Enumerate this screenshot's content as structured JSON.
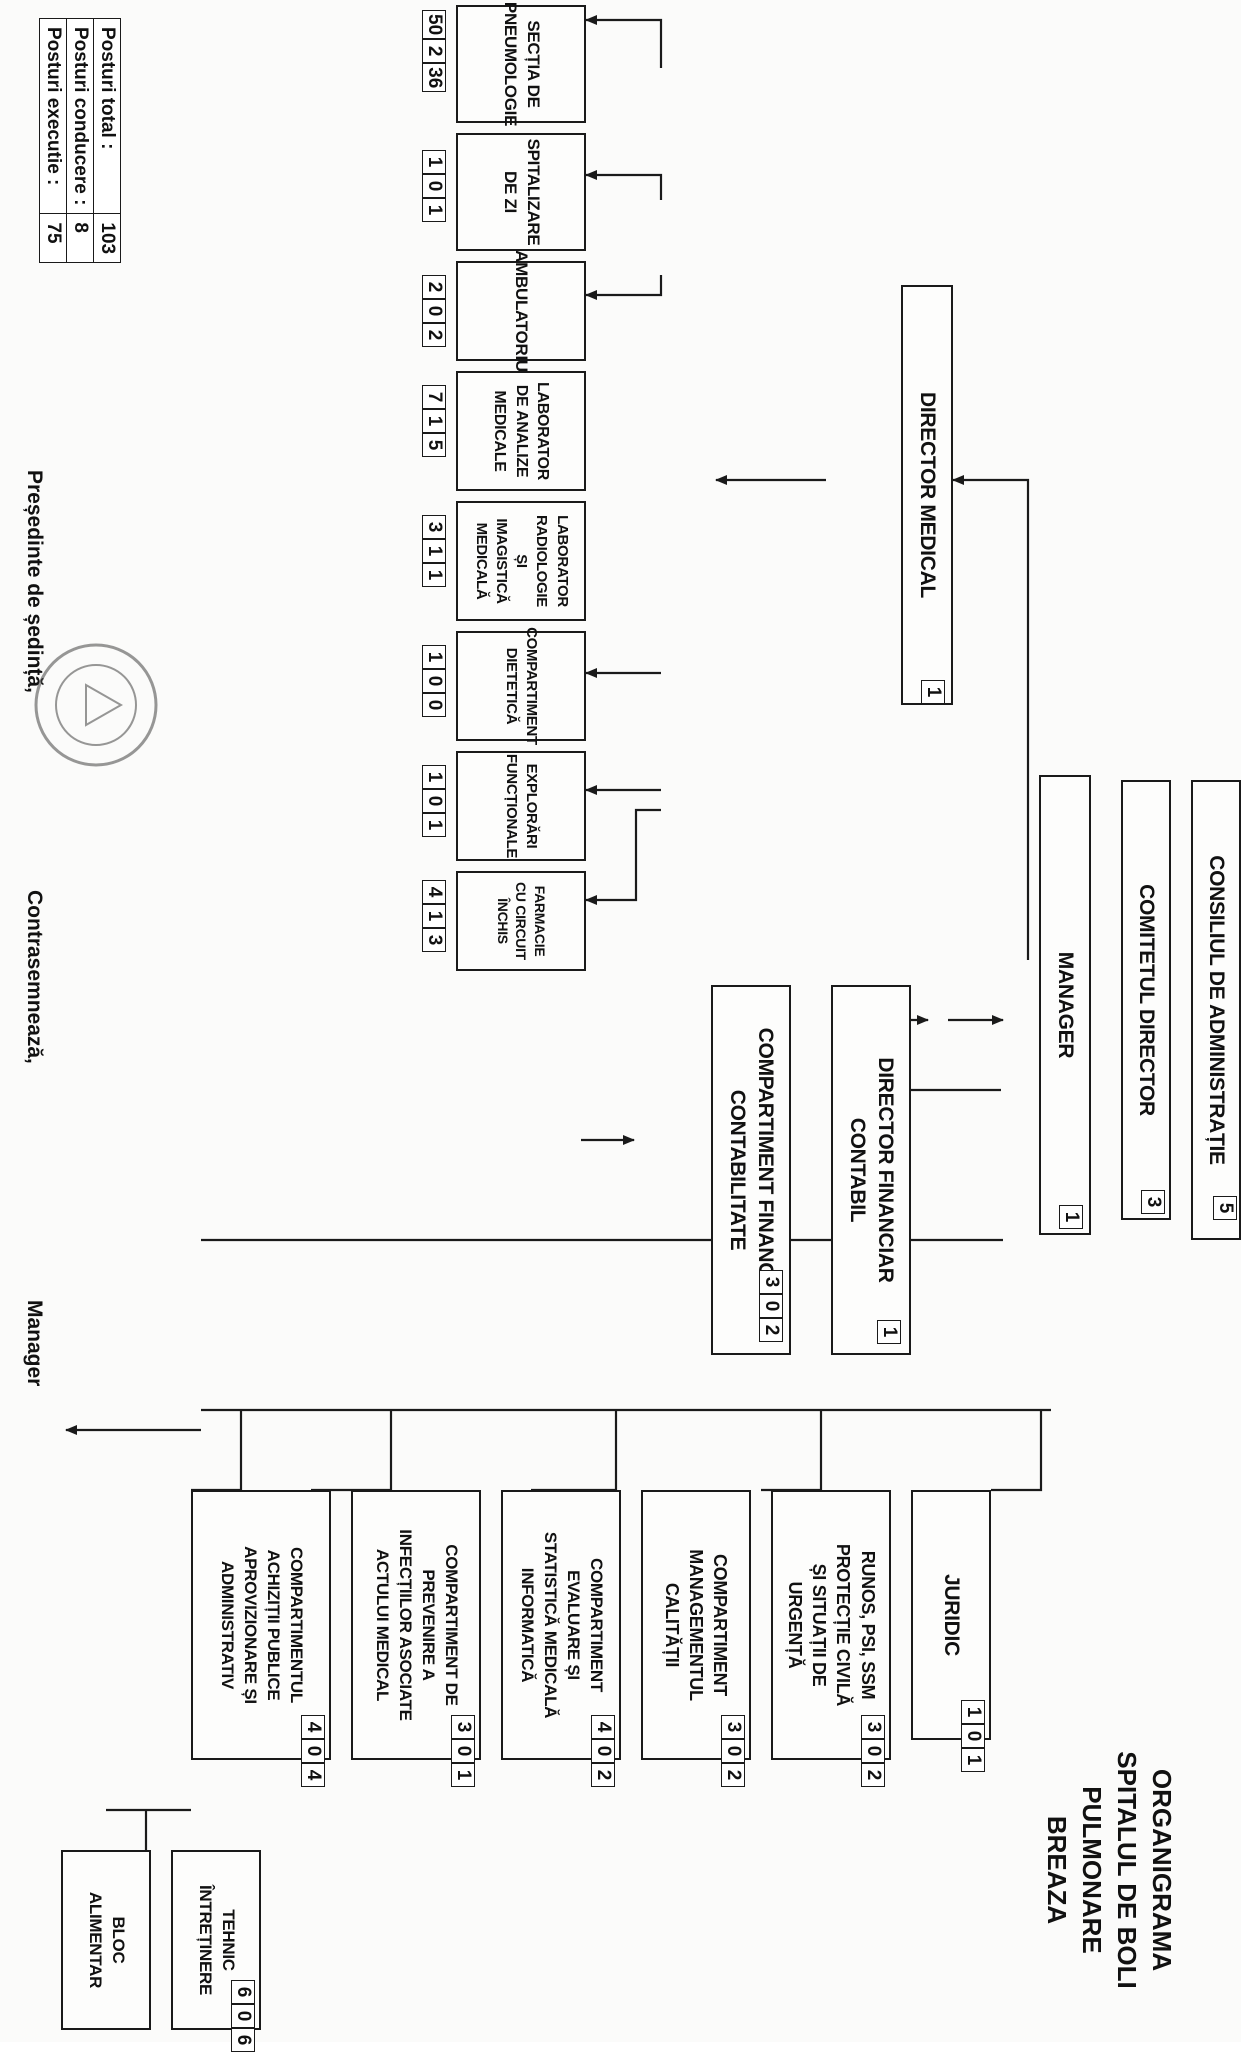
{
  "title": {
    "line1": "ORGANIGRAMA",
    "line2": "SPITALUL DE BOLI PULMONARE",
    "line3": "BREAZA"
  },
  "governance": [
    {
      "id": "consiliu",
      "label": "CONSILIUL DE ADMINISTRAȚIE",
      "count": [
        "5"
      ]
    },
    {
      "id": "comitet",
      "label": "COMITETUL DIRECTOR",
      "count": [
        "3"
      ]
    },
    {
      "id": "manager",
      "label": "MANAGER",
      "count": [
        "1"
      ]
    }
  ],
  "directors": [
    {
      "id": "director_medical",
      "label": "DIRECTOR MEDICAL",
      "count": [
        "1"
      ]
    },
    {
      "id": "director_financiar",
      "label": "DIRECTOR FINANCIAR\nCONTABIL",
      "count": [
        "1"
      ]
    },
    {
      "id": "comp_financiar",
      "label": "COMPARTIMENT FINANCIAR\nCONTABILITATE",
      "count": [
        "3",
        "0",
        "2"
      ]
    }
  ],
  "medical_units": [
    {
      "id": "pneumologie",
      "label": "SECȚIA DE PNEUMOLOGIE",
      "count": [
        "50",
        "2",
        "36"
      ]
    },
    {
      "id": "spitalizare",
      "label": "SPITALIZARE DE ZI",
      "count": [
        "1",
        "0",
        "1"
      ]
    },
    {
      "id": "ambulatoriu",
      "label": "AMBULATORIU",
      "count": [
        "2",
        "0",
        "2"
      ]
    },
    {
      "id": "laborator_analize",
      "label": "LABORATOR DE ANALIZE\nMEDICALE",
      "count": [
        "7",
        "1",
        "5"
      ]
    },
    {
      "id": "laborator_radiologie",
      "label": "LABORATOR RADIOLOGIE ȘI\nIMAGISTICĂ MEDICALĂ",
      "count": [
        "3",
        "1",
        "1"
      ]
    },
    {
      "id": "dietetica",
      "label": "COMPARTIMENT DIETETICĂ",
      "count": [
        "1",
        "0",
        "0"
      ]
    },
    {
      "id": "explorari",
      "label": "EXPLORĂRI FUNCȚIONALE",
      "count": [
        "1",
        "0",
        "1"
      ]
    },
    {
      "id": "farmacie",
      "label": "FARMACIE CU CIRCUIT ÎNCHIS",
      "count": [
        "4",
        "1",
        "3"
      ]
    }
  ],
  "manager_units": [
    {
      "id": "juridic",
      "label": "JURIDIC",
      "count": [
        "1",
        "0",
        "1"
      ]
    },
    {
      "id": "runos",
      "label": "RUNOS, PSI, SSM\nPROTECȚIE CIVILĂ\nȘI SITUAȚII DE\nURGENȚĂ",
      "count": [
        "3",
        "0",
        "2"
      ]
    },
    {
      "id": "calitate",
      "label": "COMPARTIMENT\nMANAGEMENTUL\nCALITĂȚII",
      "count": [
        "3",
        "0",
        "2"
      ]
    },
    {
      "id": "statistica",
      "label": "COMPARTIMENT\nEVALUARE ȘI\nSTATISTICĂ MEDICALĂ\nINFORMATICĂ",
      "count": [
        "4",
        "0",
        "2"
      ]
    },
    {
      "id": "infectii",
      "label": "COMPARTIMENT DE\nPREVENIRE A\nINFECȚIILOR ASOCIATE\nACTULUI MEDICAL",
      "count": [
        "3",
        "0",
        "1"
      ]
    },
    {
      "id": "achizitii",
      "label": "COMPARTIMENTUL\nACHIZIȚII PUBLICE\nAPROVIZIONARE ȘI\nADMINISTRATIV",
      "count": [
        "4",
        "0",
        "4"
      ]
    },
    {
      "id": "tehnic",
      "label": "TEHNIC\nÎNTREȚINERE",
      "count": [
        "6",
        "0",
        "6"
      ]
    },
    {
      "id": "bloc",
      "label": "BLOC\nALIMENTAR",
      "count": []
    }
  ],
  "stats": [
    {
      "label": "Posturi total :",
      "value": "103"
    },
    {
      "label": "Posturi conducere :",
      "value": "8"
    },
    {
      "label": "Posturi executie :",
      "value": "75"
    }
  ],
  "footer": {
    "president": "Președinte de ședință,",
    "countersign": "Contrasemnează,",
    "manager": "Manager"
  }
}
